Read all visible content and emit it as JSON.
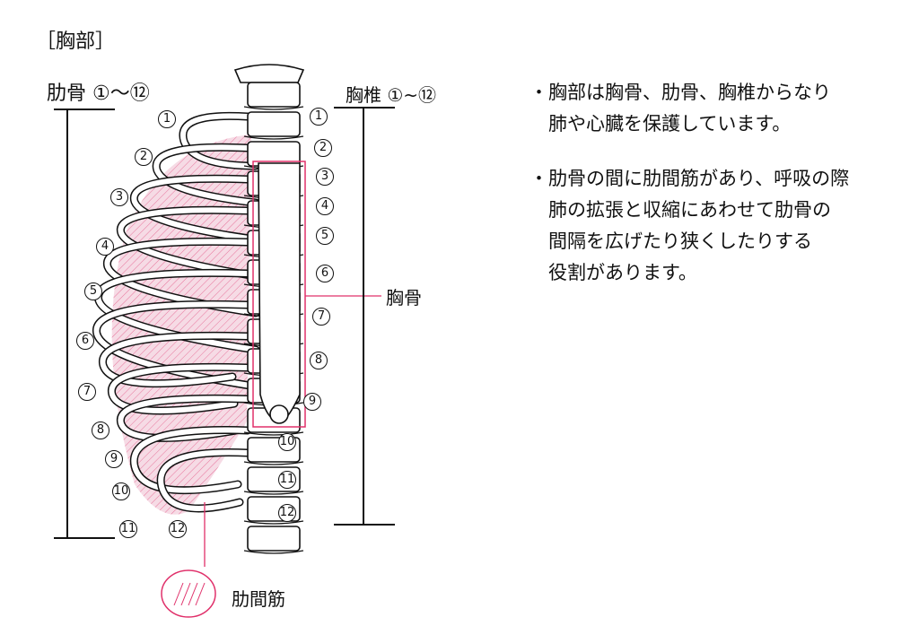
{
  "title": "［胸部］",
  "ribs_heading": "肋骨 ①～⑫",
  "vertebrae_heading": "胸椎 ①~⑫",
  "sternum_label": "胸骨",
  "intercostal_label": "肋間筋",
  "rib_numbers": [
    "1",
    "2",
    "3",
    "4",
    "5",
    "6",
    "7",
    "8",
    "9",
    "10",
    "11",
    "12"
  ],
  "vertebra_numbers": [
    "1",
    "2",
    "3",
    "4",
    "5",
    "6",
    "7",
    "8",
    "9",
    "10",
    "11",
    "12"
  ],
  "notes": {
    "note1": [
      "・胸部は胸骨、肋骨、胸椎からなり",
      "　肺や心臓を保護しています。"
    ],
    "note2": [
      "・肋骨の間に肋間筋があり、呼吸の際",
      "　肺の拡張と収縮にあわせて肋骨の",
      "　間隔を広げたり狭くしたりする",
      "　役割があります。"
    ]
  },
  "colors": {
    "ink": "#111111",
    "accent": "#e0306a",
    "muscle_fill": "#f4d3df"
  }
}
